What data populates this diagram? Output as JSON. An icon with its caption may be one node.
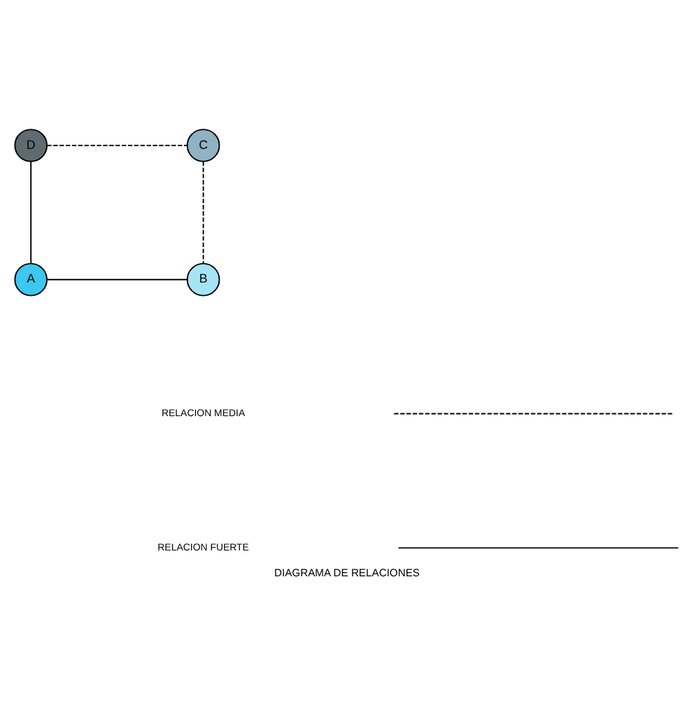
{
  "diagram": {
    "title": "DIAGRAMA DE RELACIONES",
    "nodes": [
      {
        "text": [
          "D"
        ]
      },
      {
        "text": [
          "C"
        ]
      },
      {
        "text": [
          "A"
        ]
      },
      {
        "text": [
          "B"
        ]
      }
    ],
    "edges": [
      {
        "from": 0,
        "to": 1,
        "arrow": "none",
        "style": "dashed"
      },
      {
        "from": 1,
        "to": 3,
        "arrow": "none",
        "style": "dashed"
      },
      {
        "from": 0,
        "to": 2,
        "arrow": "none"
      },
      {
        "from": 2,
        "to": 3,
        "arrow": "none"
      }
    ],
    "legend": [
      {
        "text": "RELACION MEDIA"
      },
      {
        "text": "RELACION FUERTE"
      }
    ]
  }
}
